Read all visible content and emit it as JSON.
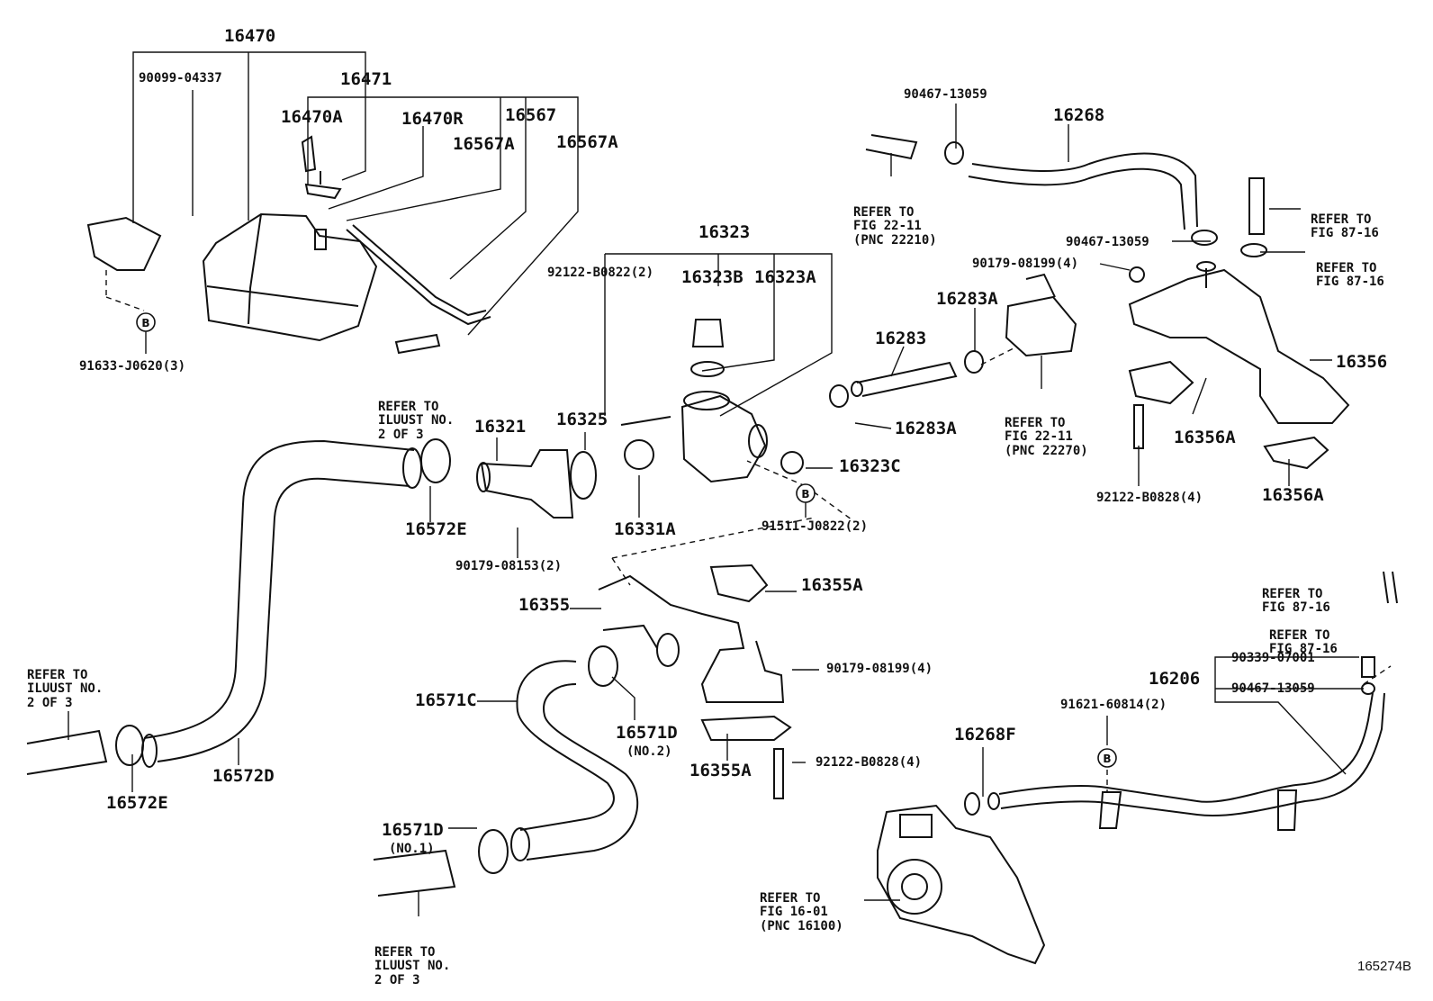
{
  "diagram_code": "165274B",
  "labels": {
    "l16470": "16470",
    "l90099": "90099-04337",
    "l16471": "16471",
    "l16470A": "16470A",
    "l16470R": "16470R",
    "l16567": "16567",
    "l16567A_1": "16567A",
    "l16567A_2": "16567A",
    "l91633": "91633-J0620(3)",
    "l16323": "16323",
    "l92122_2": "92122-B0822(2)",
    "l16323B": "16323B",
    "l16323A": "16323A",
    "l16321": "16321",
    "l16325": "16325",
    "l16331A": "16331A",
    "l16323C": "16323C",
    "l91511": "91511-J0822(2)",
    "l90179_08153": "90179-08153(2)",
    "l16572E_1": "16572E",
    "l16572E_2": "16572E",
    "l16572D": "16572D",
    "l16355": "16355",
    "l16355A_1": "16355A",
    "l16355A_2": "16355A",
    "l90179_08199_b": "90179-08199(4)",
    "l92122_b0828_b": "92122-B0828(4)",
    "l16571C": "16571C",
    "l16571D_2": "16571D",
    "l16571D_2n": "(NO.2)",
    "l16571D_1": "16571D",
    "l16571D_1n": "(NO.1)",
    "l90467_a": "90467-13059",
    "l16268": "16268",
    "l90467_b": "90467-13059",
    "l90179_08199_a": "90179-08199(4)",
    "l16283A_1": "16283A",
    "l16283": "16283",
    "l16283A_2": "16283A",
    "l16356": "16356",
    "l16356A_1": "16356A",
    "l16356A_2": "16356A",
    "l92122_b0828_a": "92122-B0828(4)",
    "l90339": "90339-07001",
    "l16206": "16206",
    "l90467_c": "90467-13059",
    "l91621": "91621-60814(2)",
    "l16268F": "16268F"
  },
  "refs": {
    "r1": [
      "REFER TO",
      "ILUUST NO.",
      "2 OF 3"
    ],
    "r2": [
      "REFER TO",
      "ILUUST NO.",
      "2 OF 3"
    ],
    "r3": [
      "REFER TO",
      "ILUUST NO.",
      "2 OF 3"
    ],
    "r4": [
      "REFER TO",
      "FIG 22-11",
      "(PNC 22210)"
    ],
    "r5": [
      "REFER TO",
      "FIG 22-11",
      "(PNC 22270)"
    ],
    "r6": [
      "REFER TO",
      "FIG 87-16"
    ],
    "r7": [
      "REFER TO",
      "FIG 87-16"
    ],
    "r8": [
      "REFER TO",
      "FIG 87-16"
    ],
    "r9": [
      "REFER TO",
      "FIG 87-16"
    ],
    "r10": [
      "REFER TO",
      "FIG 16-01",
      "(PNC 16100)"
    ]
  },
  "markers": {
    "b1": "B",
    "b2": "B",
    "b3": "B"
  }
}
